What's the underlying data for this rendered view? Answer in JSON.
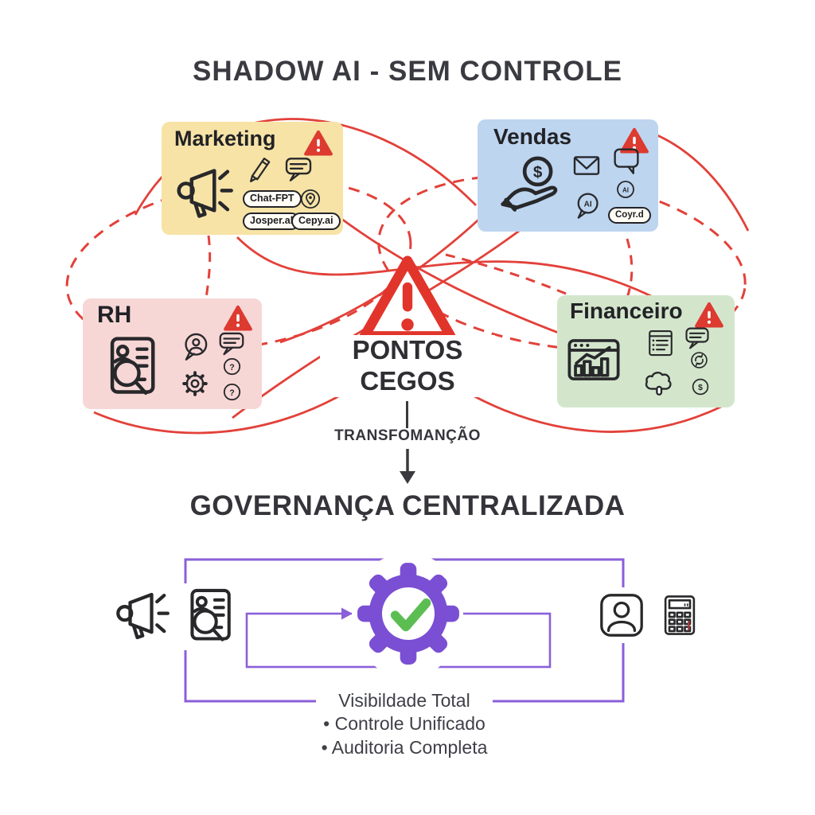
{
  "title": "SHADOW AI - SEM CONTROLE",
  "departments": {
    "marketing": {
      "label": "Marketing",
      "tools": [
        "Chat-FPT",
        "Josper.al",
        "Cepy.ai"
      ]
    },
    "vendas": {
      "label": "Vendas",
      "tools": [
        "Coyr.d"
      ]
    },
    "rh": {
      "label": "RH"
    },
    "financeiro": {
      "label": "Financeiro"
    }
  },
  "center": {
    "warning_line1": "PONTOS",
    "warning_line2": "CEGOS"
  },
  "transform": {
    "label": "TRANSFOMANÇÃO"
  },
  "governance": {
    "title": "GOVERNANÇA CENTRALIZADA"
  },
  "benefits": {
    "heading": "Visibildade Total",
    "bullet": "•",
    "items": [
      "Controle Unificado",
      "Auditoria Completa"
    ]
  },
  "glyphs": {
    "ai": "AI",
    "dollar": "$",
    "question": "?"
  },
  "colors": {
    "marketing_bg": "#f7e3a6",
    "vendas_bg": "#bdd5ef",
    "rh_bg": "#f7d7d6",
    "financeiro_bg": "#d3e6cc",
    "alert_red": "#dd3a30",
    "line_red": "#e2413a",
    "purple": "#8a5fd9",
    "gear_purple": "#7a4fd3",
    "check_green": "#5cbe52"
  }
}
